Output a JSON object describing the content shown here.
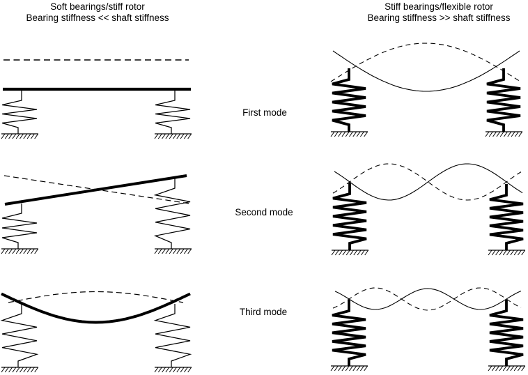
{
  "page": {
    "background": "#ffffff",
    "ink": "#000000"
  },
  "columns": {
    "left": {
      "title_line1": "Soft bearings/stiff rotor",
      "title_line2": "Bearing stiffness << shaft stiffness"
    },
    "right": {
      "title_line1": "Stiff bearings/flexible rotor",
      "title_line2": "Bearing stiffness >> shaft stiffness"
    }
  },
  "mode_labels": [
    {
      "label": "First mode"
    },
    {
      "label": "Second mode"
    },
    {
      "label": "Third mode"
    }
  ]
}
